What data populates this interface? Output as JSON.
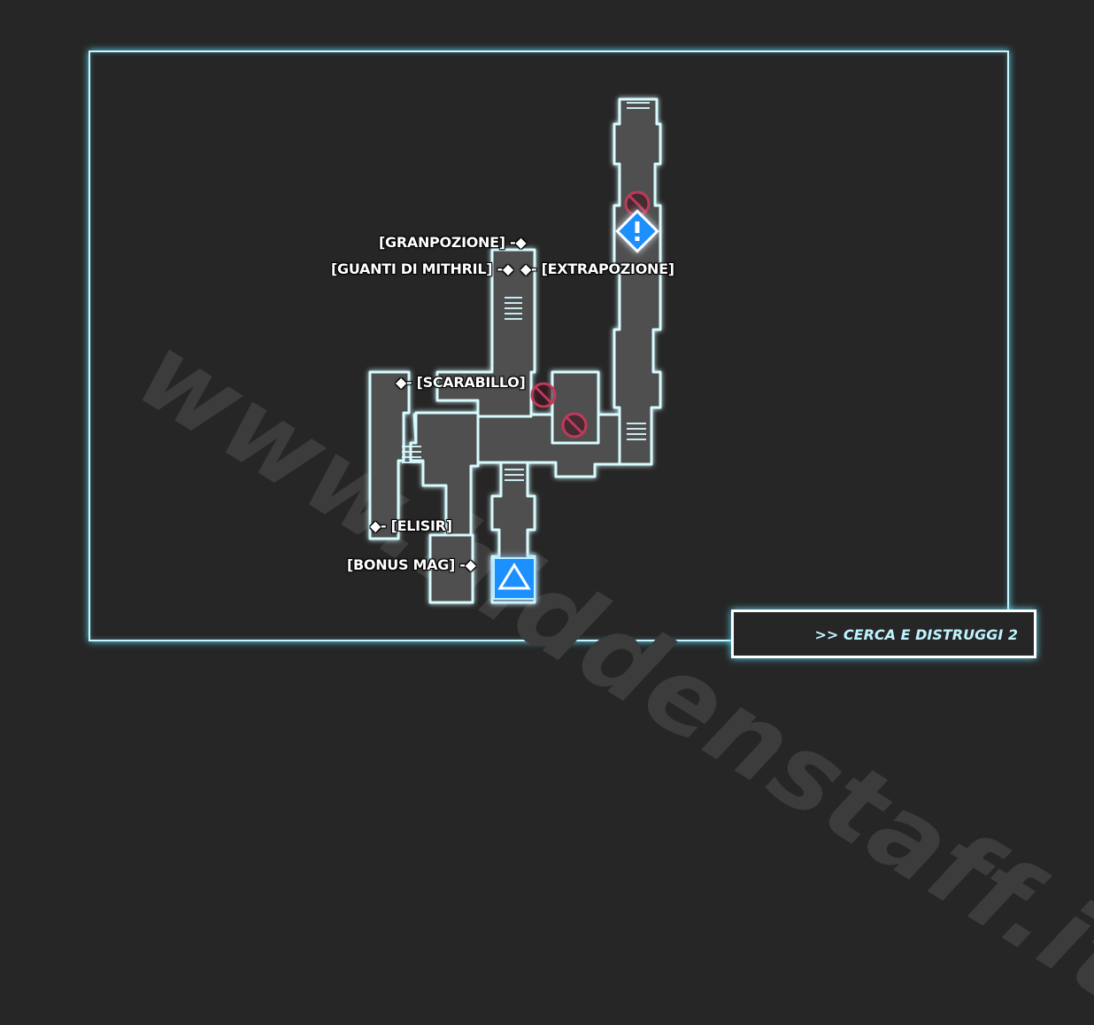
{
  "watermark": {
    "text": "www.hiddenstaff.it"
  },
  "mission": {
    "title": ">> CERCA E DISTRUGGI 2"
  },
  "items": [
    {
      "id": "granpozione",
      "label": "[GRANPOZIONE] -◆"
    },
    {
      "id": "guanti",
      "label": "[GUANTI DI MITHRIL] -◆"
    },
    {
      "id": "extrapozione",
      "label": "◆- [EXTRAPOZIONE]"
    },
    {
      "id": "scarabillo",
      "label": "◆- [SCARABILLO]"
    },
    {
      "id": "elisir",
      "label": "◆- [ELISIR]"
    },
    {
      "id": "bonus",
      "label": "[BONUS MAG] -◆"
    }
  ],
  "markers": {
    "start": {
      "icon": "triangle-start-icon",
      "color": "#1e90ff"
    },
    "objective": {
      "icon": "exclamation-diamond-icon",
      "color": "#1e90ff"
    },
    "blocked": {
      "icon": "no-entry-icon",
      "color": "#c0395a"
    }
  },
  "colors": {
    "room_fill": "#505050",
    "wall": "#d8fbff",
    "glow": "#5fd8f0",
    "frame": "#c9f7ff"
  }
}
